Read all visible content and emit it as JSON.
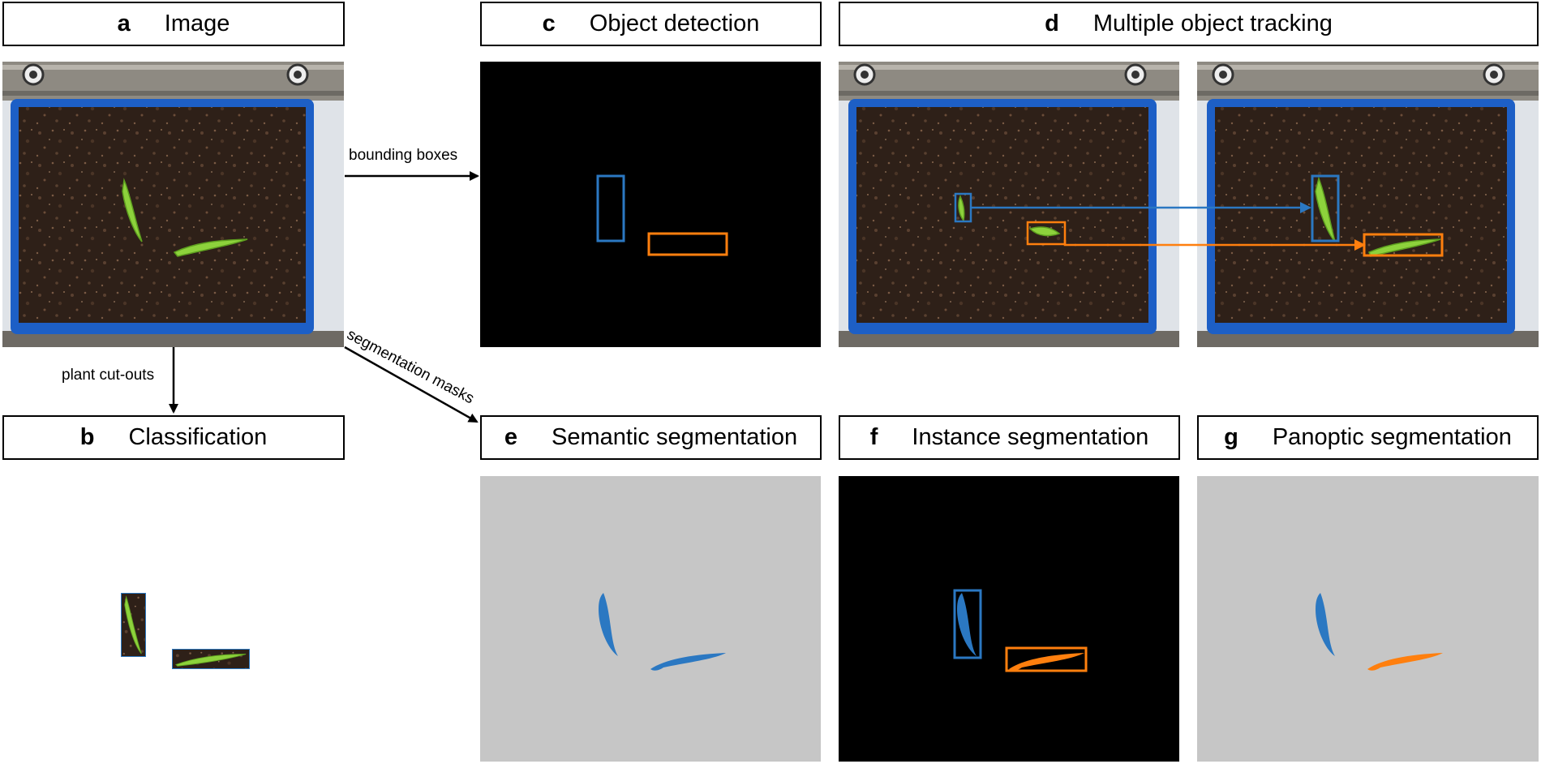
{
  "panels": {
    "a": {
      "letter": "a",
      "title": "Image"
    },
    "b": {
      "letter": "b",
      "title": "Classification"
    },
    "c": {
      "letter": "c",
      "title": "Object detection"
    },
    "d": {
      "letter": "d",
      "title": "Multiple object tracking"
    },
    "e": {
      "letter": "e",
      "title": "Semantic segmentation"
    },
    "f": {
      "letter": "f",
      "title": "Instance segmentation"
    },
    "g": {
      "letter": "g",
      "title": "Panoptic segmentation"
    }
  },
  "arrows": {
    "bounding_boxes": "bounding boxes",
    "plant_cutouts": "plant cut-outs",
    "segmentation_masks": "segmentation masks"
  },
  "colors": {
    "instance_1": "#2b78c2",
    "instance_2": "#ff7f0e",
    "background_gray": "#c6c6c6",
    "soil": "#2e2018",
    "tray": "#1d5fc6",
    "leaf": "#8dd23c"
  }
}
